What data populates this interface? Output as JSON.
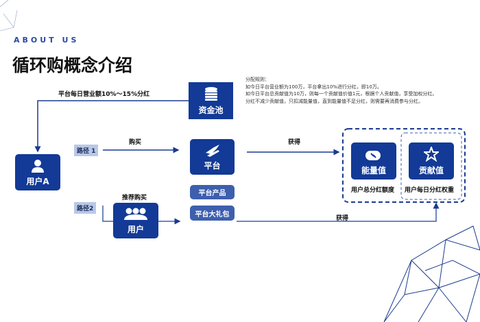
{
  "header": {
    "eyebrow": "ABOUT US",
    "title": "循环购概念介绍"
  },
  "rules": {
    "heading": "分配规则：",
    "lines": [
      "如今日平台营业额为100万，平台拿出10%进行分红，即10万。",
      "如今日平台总贡献值为10万，则每一个贡献值价值1元，根据个人贡献值，享受加权分红。",
      "分红不减少贡献值，只扣减能量值，直到能量值不足分红，则需要再消费参与分红。"
    ]
  },
  "nodes": {
    "pool": "资金池",
    "platform": "平台",
    "user_a": "用户A",
    "user": "用户",
    "energy": "能量值",
    "contribution": "贡献值",
    "product": "平台产品",
    "gift": "平台大礼包"
  },
  "edges": {
    "dividend": "平台每日营业额10%～15%分红",
    "buy": "购买",
    "recommend": "推荐购买",
    "gain1": "获得",
    "gain2": "获得"
  },
  "badges": {
    "path1": "路径 1",
    "path2": "路径2"
  },
  "captions": {
    "energy": "用户总分红额度",
    "contribution": "用户每日分红权重"
  },
  "colors": {
    "primary": "#123a96",
    "secondary": "#3d5fae",
    "badge": "#b8c8e8"
  }
}
